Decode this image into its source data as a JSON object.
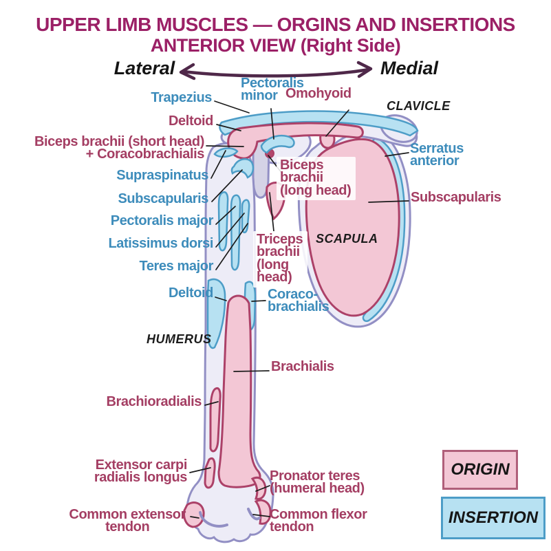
{
  "title": {
    "line1": "UPPER LIMB MUSCLES — ORGINS AND INSERTIONS",
    "line2": "ANTERIOR VIEW (Right Side)"
  },
  "axis": {
    "left": "Lateral",
    "right": "Medial"
  },
  "figure": {
    "bone_labels": {
      "clavicle": "CLAVICLE",
      "scapula": "SCAPULA",
      "humerus": "HUMERUS"
    },
    "insertion_labels": {
      "trapezius": "Trapezius",
      "pectoralis_minor": "Pectoralis\nminor",
      "serratus_anterior": "Serratus\nanterior",
      "supraspinatus": "Supraspinatus",
      "subscapularis": "Subscapularis",
      "pectoralis_major": "Pectoralis major",
      "latissimus_dorsi": "Latissimus dorsi",
      "teres_major": "Teres major",
      "deltoid": "Deltoid",
      "coracobrachialis": "Coraco-\nbrachialis"
    },
    "origin_labels": {
      "deltoid": "Deltoid",
      "omohyoid": "Omohyoid",
      "biceps_short_coracobrachialis": "Biceps brachii (short head)\n+ Coracobrachialis",
      "biceps_long": "Biceps\nbrachii\n(long head)",
      "subscapularis": "Subscapularis",
      "triceps_long": "Triceps\nbrachii\n(long\nhead)",
      "brachialis": "Brachialis",
      "brachioradialis": "Brachioradialis",
      "extensor_carpi_radialis_longus": "Extensor carpi\nradialis longus",
      "pronator_teres": "Pronator teres\n(humeral head)",
      "common_extensor": "Common extensor\ntendon",
      "common_flexor": "Common flexor\ntendon"
    }
  },
  "legend": {
    "origin": "ORIGIN",
    "insertion": "INSERTION"
  },
  "colors": {
    "title_text": "#9B2066",
    "origin_text": "#A43E63",
    "insertion_text": "#3D8CBB",
    "origin_fill": "#F3C7D5",
    "origin_border": "#AC4168",
    "insertion_fill": "#B7E1F2",
    "insertion_border": "#4D9DC7",
    "bone_fill": "#EDECF7",
    "bone_outline": "#928FC4",
    "arrow": "#4F2849"
  }
}
